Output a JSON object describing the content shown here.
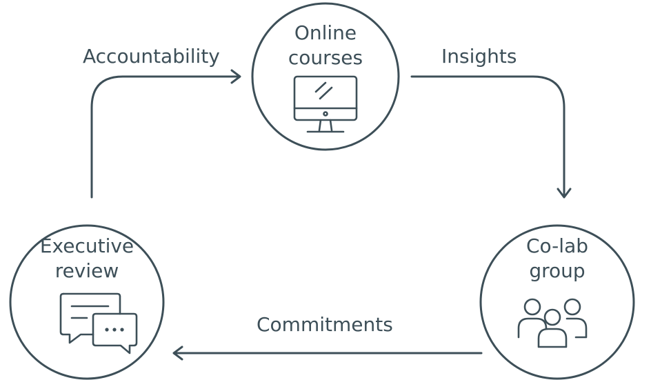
{
  "nodes": {
    "online_courses": {
      "line1": "Online",
      "line2": "courses",
      "icon": "monitor-icon"
    },
    "colab_group": {
      "line1": "Co-lab",
      "line2": "group",
      "icon": "people-group-icon"
    },
    "executive_review": {
      "line1": "Executive",
      "line2": "review",
      "icon": "chat-bubbles-icon"
    }
  },
  "edges": {
    "accountability": "Accountability",
    "insights": "Insights",
    "commitments": "Commitments"
  },
  "colors": {
    "stroke": "#3d4f58",
    "text": "#3d4f58",
    "background": "#ffffff"
  }
}
